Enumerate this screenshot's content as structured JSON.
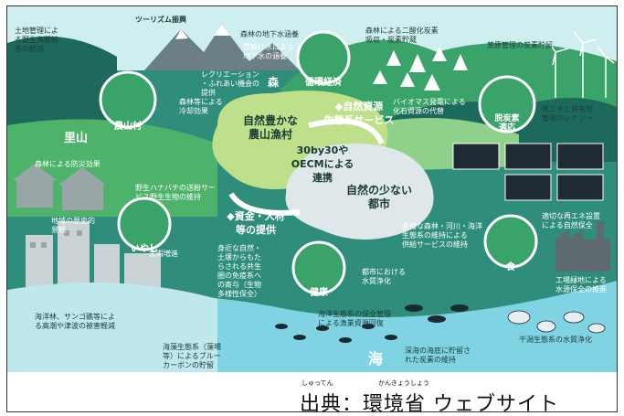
{
  "colors": {
    "teal": "#2f8d7c",
    "dark_teal": "#1d6a5d",
    "green": "#4db36b",
    "light_green": "#8fd08a",
    "sky": "#cfeef0",
    "sea": "#7fd3e3",
    "cloud_green": "#bfe08a",
    "cloud_gray": "#dfe7ea"
  },
  "top_labels": {
    "land_mgmt": "土地管理によ\nる野生鳥獣被\n害の軽減",
    "tourism": "ツーリズム振興",
    "recreation": "レクリエーション\n・ふれあい機会の\n提供",
    "groundwater": "森林の地下水涵養",
    "water_source": "雪解け水による\n地下水の涵養",
    "co2": "森林による二酸化炭素\n吸収・炭素貯蔵",
    "grassland": "草原管理の炭素貯留"
  },
  "circles": {
    "rural": "農山村",
    "cycle": "循環経済",
    "decarbon": "脱炭素\n適応",
    "healing": "いやし",
    "health": "健康",
    "food": "食"
  },
  "center": {
    "nature_rich": "自然豊かな\n農山漁村",
    "ecosystem_services": "◆自然資源\n生態系サービス",
    "oecm": "30by30や\nOECMによる\n連携",
    "city": "自然の少ない\n都市",
    "funding": "◆資金・人材\n等の提供"
  },
  "labels": {
    "satoyama": "里山",
    "forest": "森",
    "disaster": "森林による防災効果",
    "biomass": "バイオマス発電による\n化石資源の代替",
    "wind": "再エネと共有地\n管理のシナジー",
    "cooling": "森林等による\n冷却効果",
    "pollinators": "野生ハナバチの送粉サー\nビス野生生物の維持",
    "landscape": "地域の歴史的\n景観",
    "leisure": "余暇増進",
    "coexist": "身近な自然・\n土壌からもた\nらされる共生\n圏の免疫系へ\nの寄与（生物\n多様性保全）",
    "river": "多様な森林・河川・海洋\n生態系の維持による\n供給サービスの維持",
    "urban_green": "都市における\n水質浄化",
    "solar": "適切な再エネ設置\nによる自然保全",
    "factory": "工場緑地による\n水源保全の推進",
    "tideflat": "干潟生態系の水質浄化",
    "coral": "海洋林、サンゴ礁等によ\nる高潮や津波の被害軽減",
    "fisheries": "海洋生態系の保全管理\nによる漁業資源回復",
    "blue_carbon": "海藻生態系（藻場\n等）によるブルー\nカーボンの貯留",
    "deep_sea": "深海の海底に貯留さ\nれた炭素の維持",
    "sea": "海"
  },
  "credit": {
    "ruby_source": "しゅってん",
    "ruby_ministry": "かんきょうしょう",
    "text": "出典：環境省 ウェブサイト"
  }
}
